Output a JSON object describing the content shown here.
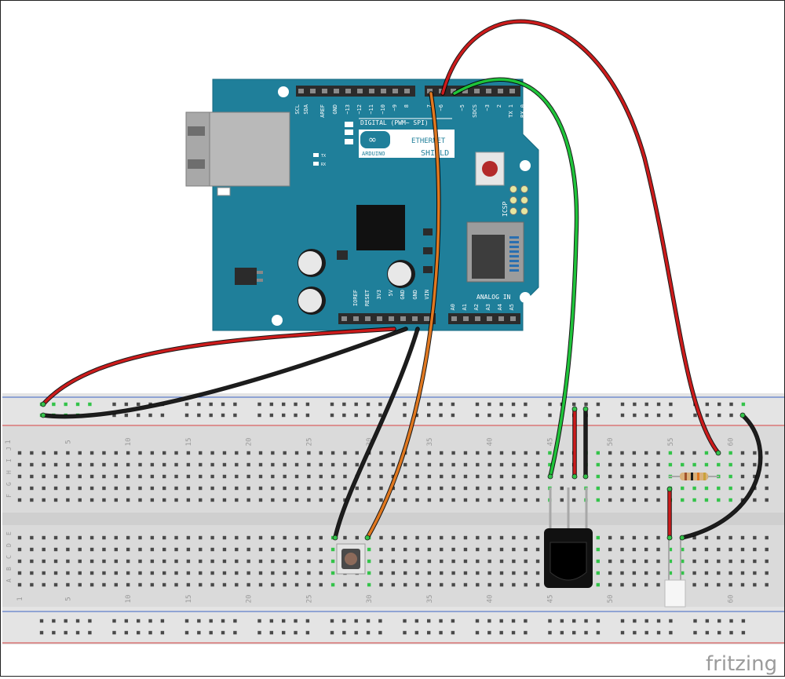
{
  "board": {
    "power_header_labels": [
      "IOREF",
      "RESET",
      "3V3",
      "5V",
      "GND",
      "GND",
      "VIN"
    ],
    "analog_header_labels": [
      "A0",
      "A1",
      "A2",
      "A3",
      "A4",
      "A5"
    ],
    "digital_top_labels": [
      "SCL",
      "SDA",
      "AREF",
      "GND",
      "~13",
      "~12",
      "~11",
      "~10",
      "~9",
      "8",
      "7",
      "~6",
      "~5",
      "SDCS",
      "~3",
      "2",
      "TX 1",
      "RX 0"
    ],
    "digital_title": "DIGITAL (PWM~ SPI)",
    "logo_word": "ARDUINO",
    "title_line1": "ETHERNET",
    "title_line2": "SHIELD",
    "icsp_label": "ICSP",
    "analog_in_label": "ANALOG IN",
    "led_labels": [
      "TX",
      "RX"
    ]
  },
  "breadboard": {
    "column_numbers_top": [
      "5",
      "10",
      "15",
      "20",
      "25",
      "30",
      "35",
      "40",
      "45",
      "50",
      "55",
      "60"
    ],
    "column_numbers_bottom": [
      "1",
      "5",
      "10",
      "15",
      "20",
      "25",
      "30",
      "35",
      "40",
      "45",
      "50",
      "55",
      "60"
    ],
    "row_letters_upper": [
      "J",
      "I",
      "H",
      "G",
      "F"
    ],
    "row_letters_lower": [
      "E",
      "D",
      "C",
      "B",
      "A"
    ],
    "first_top_number": "1"
  },
  "wire_colors": {
    "red": "#cc1b1b",
    "black": "#1d1d1d",
    "orange": "#e07820",
    "green": "#1fc43a"
  },
  "components": {
    "ethernet_shield": "Arduino Ethernet Shield",
    "push_button": "tactile push button",
    "ir_receiver": "IR receiver",
    "resistor": "resistor",
    "led": "white LED"
  },
  "watermark": "fritzing"
}
